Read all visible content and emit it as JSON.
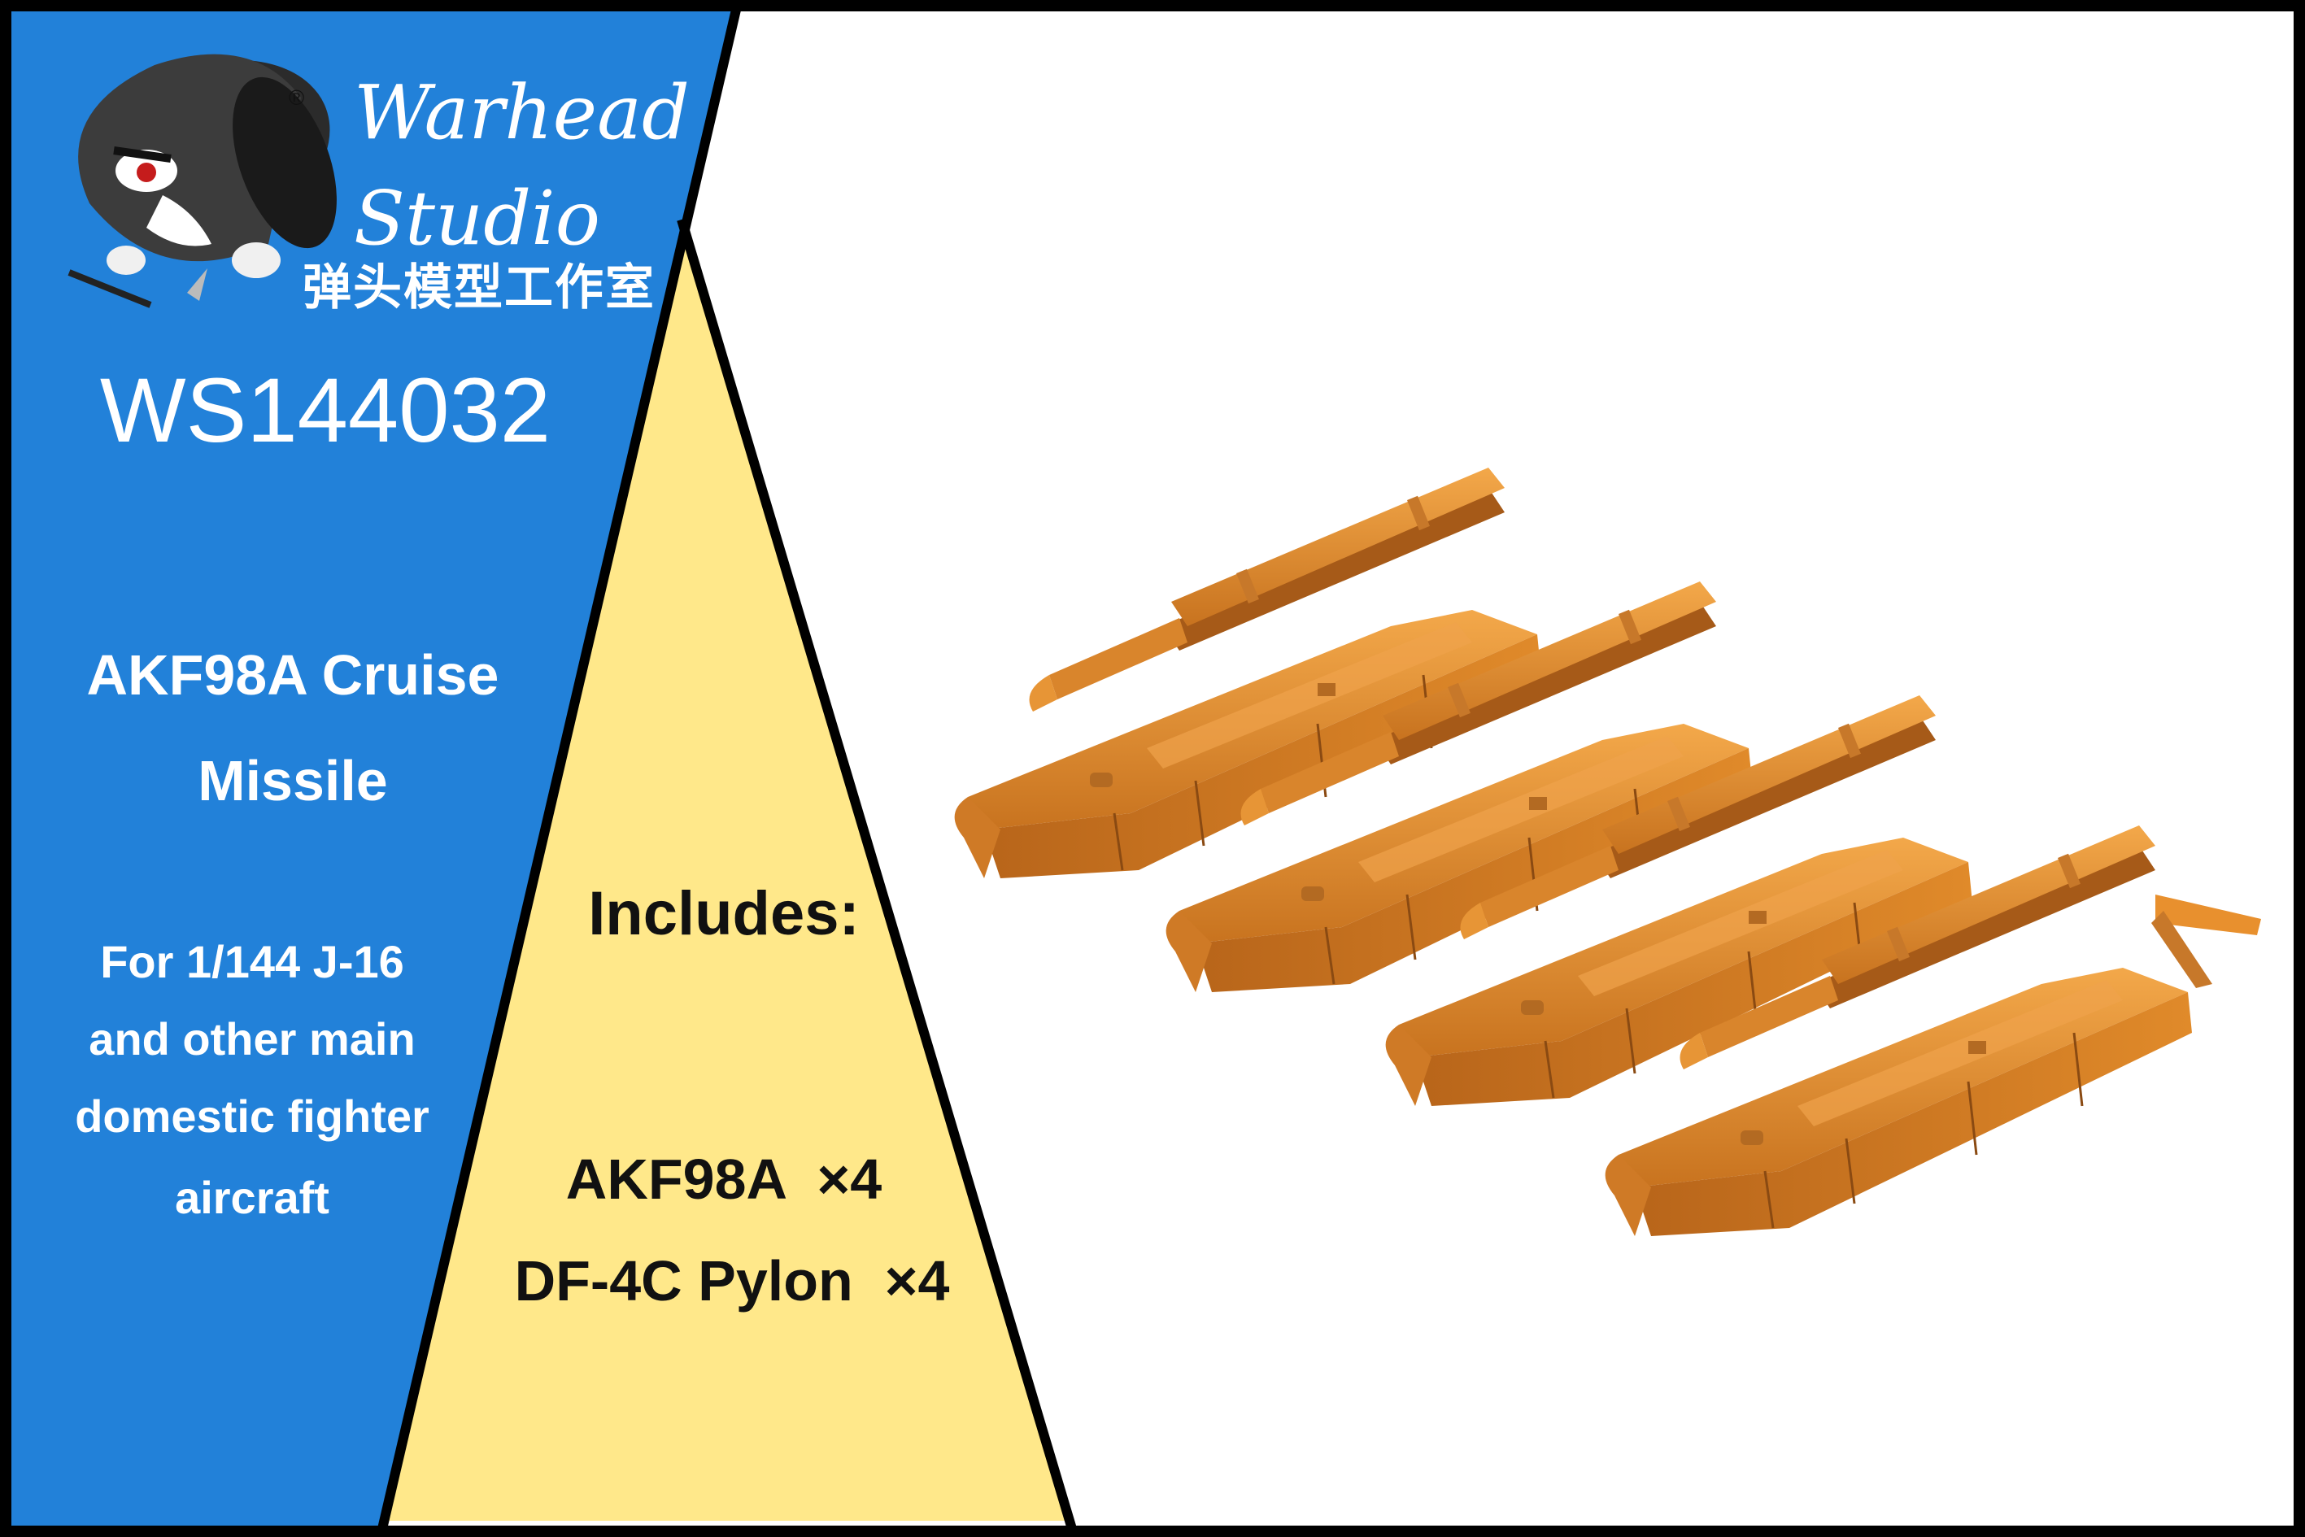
{
  "brand": {
    "name_line1": "Warhead",
    "name_line2": "Studio",
    "name_chinese": "弹头模型工作室",
    "registered_mark": "®"
  },
  "product": {
    "code": "WS144032",
    "title_line1": "AKF98A Cruise",
    "title_line2": "Missile",
    "desc_line1": "For 1/144 J-16",
    "desc_line2": "and other main",
    "desc_line3": "domestic fighter",
    "desc_line4": "aircraft"
  },
  "includes": {
    "heading": "Includes:",
    "item1": "AKF98A  ×4",
    "item2": "DF-4C Pylon  ×4"
  },
  "colors": {
    "blue_panel": "#2281d9",
    "yellow_panel": "#ffe88a",
    "missile_orange": "#e8902e",
    "background": "#ffffff",
    "border": "#000000"
  }
}
